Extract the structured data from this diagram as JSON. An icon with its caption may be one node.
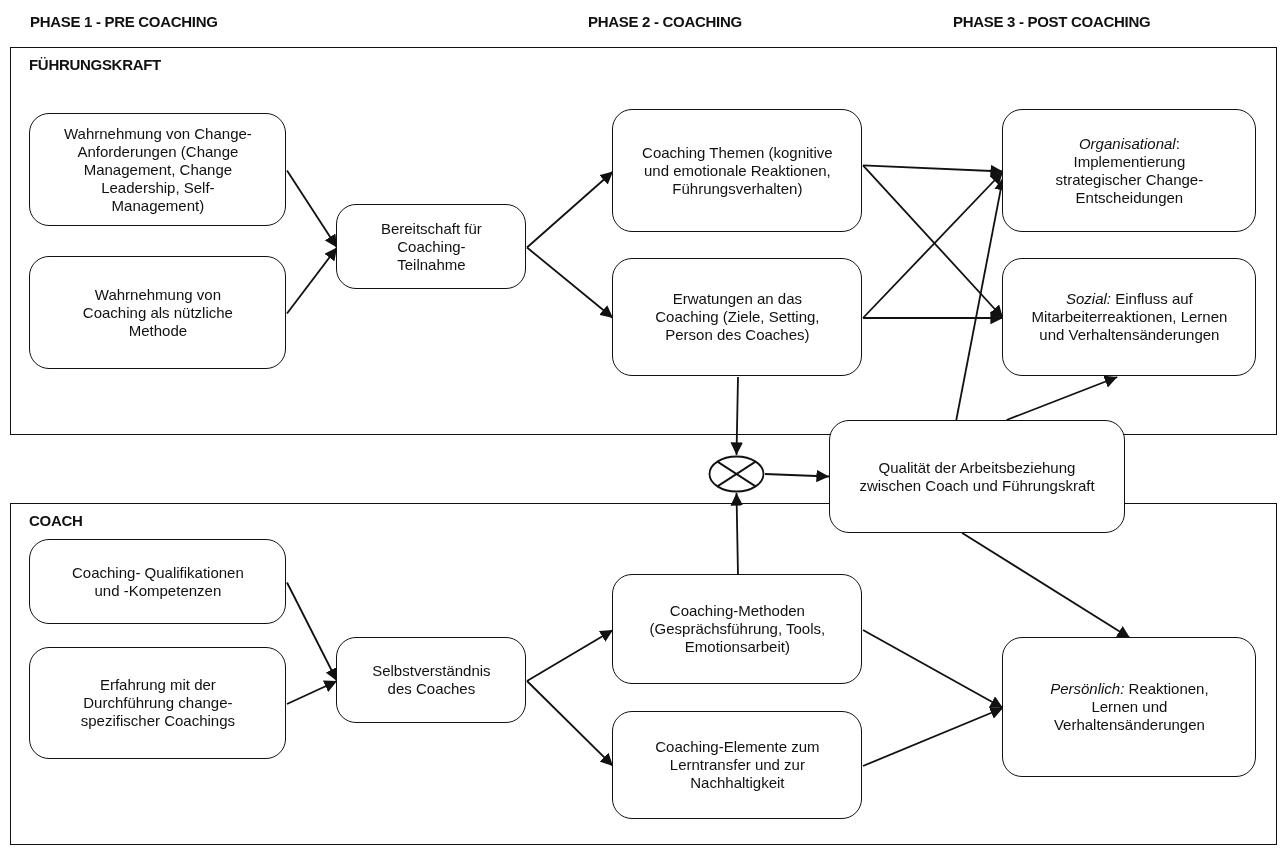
{
  "diagram": {
    "nodes": [
      {
        "text": [
          "FÜHRUNGSKRAFT"
        ]
      },
      {
        "text": [
          "Wahrnehmung von Change-Anforderungen (Change Management, Change Leadership, Self-Management)"
        ],
        "in": 0
      },
      {
        "text": [
          "Wahrnehmung von Coaching als nützliche Methode"
        ],
        "in": 0
      },
      {
        "text": [
          "Bereitschaft für Coaching-Teilnahme"
        ],
        "in": 0
      },
      {
        "text": [
          "Coaching Themen (kognitive und emotionale Reaktionen, Führungsverhalten)"
        ],
        "in": 0
      },
      {
        "text": [
          "Erwatungen an das Coaching (Ziele, Setting, Person des Coaches)"
        ],
        "in": 0
      },
      {
        "text": [
          "*Organisational*: Implementierung strategischer Change-Entscheidungen"
        ],
        "in": 0
      },
      {
        "text": [
          "*Sozial:* Einfluss auf Mitarbeiterreaktionen, Lernen und Verhaltensänderungen"
        ],
        "in": 0
      },
      {
        "text": [],
        "shape": "circle"
      },
      {
        "text": [
          "Qualität der Arbeitsbeziehung zwischen Coach und Führungskraft"
        ]
      },
      {
        "text": [
          "COACH"
        ]
      },
      {
        "text": [
          "Coaching- Qualifikationen und -Kompetenzen"
        ],
        "in": 10
      },
      {
        "text": [
          "Erfahrung mit der Durchführung change-spezifischer Coachings"
        ],
        "in": 10
      },
      {
        "text": [
          "Selbstverständnis des Coaches"
        ],
        "in": 10
      },
      {
        "text": [
          "Coaching-Methoden (Gesprächsführung, Tools, Emotionsarbeit)"
        ],
        "in": 10
      },
      {
        "text": [
          "Coaching-Elemente zum Lerntransfer und zur Nachhaltigkeit"
        ],
        "in": 10
      },
      {
        "text": [
          "*Persönlich:* Reaktionen, Lernen und Verhaltensänderungen"
        ],
        "in": 10
      }
    ],
    "edges": [
      {
        "from": 1,
        "to": 3,
        "arrow": "to"
      },
      {
        "from": 2,
        "to": 3,
        "arrow": "to"
      },
      {
        "from": 3,
        "to": 4,
        "arrow": "to"
      },
      {
        "from": 3,
        "to": 5,
        "arrow": "to"
      },
      {
        "from": 4,
        "to": 6,
        "arrow": "to"
      },
      {
        "from": 4,
        "to": 7,
        "arrow": "to"
      },
      {
        "from": 5,
        "to": 6,
        "arrow": "to"
      },
      {
        "from": 5,
        "to": 7,
        "arrow": "to"
      },
      {
        "from": 5,
        "to": 8,
        "arrow": "to"
      },
      {
        "from": 14,
        "to": 8,
        "arrow": "to"
      },
      {
        "from": 8,
        "to": 9,
        "arrow": "to"
      },
      {
        "from": 9,
        "to": 6,
        "arrow": "to"
      },
      {
        "from": 9,
        "to": 7,
        "arrow": "to"
      },
      {
        "from": 9,
        "to": 16,
        "arrow": "to"
      },
      {
        "from": 11,
        "to": 13,
        "arrow": "to"
      },
      {
        "from": 12,
        "to": 13,
        "arrow": "to"
      },
      {
        "from": 13,
        "to": 14,
        "arrow": "to"
      },
      {
        "from": 13,
        "to": 15,
        "arrow": "to"
      },
      {
        "from": 14,
        "to": 16,
        "arrow": "to"
      },
      {
        "from": 15,
        "to": 16,
        "arrow": "to"
      }
    ],
    "labels": [
      "PHASE 1 - PRE COACHING",
      "PHASE 2 - COACHING",
      "PHASE 3 - POST COACHING"
    ]
  }
}
